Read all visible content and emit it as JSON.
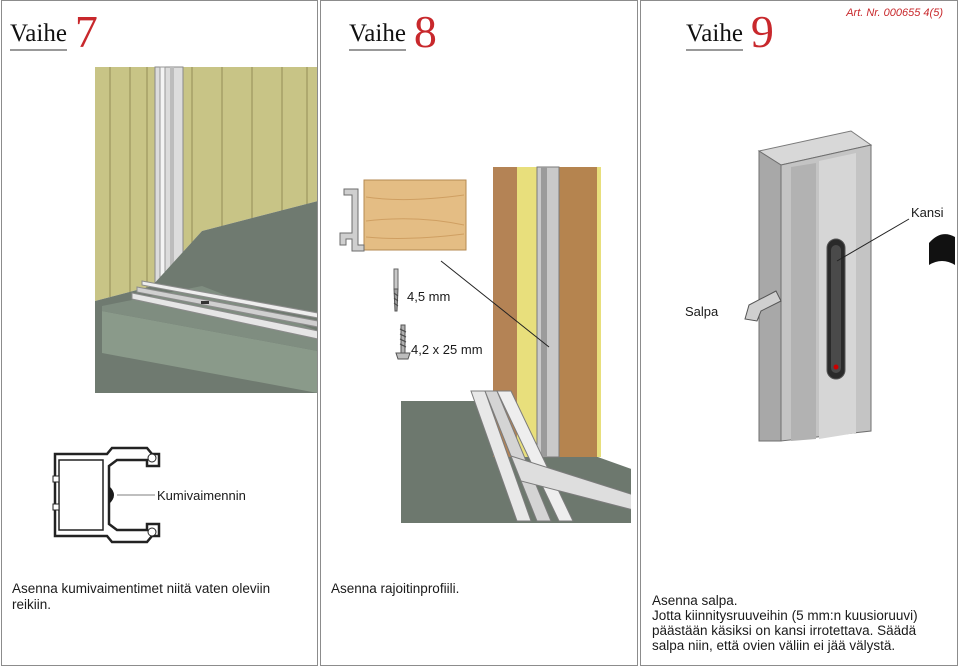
{
  "article_no": "Art. Nr. 000655 4(5)",
  "steps": [
    {
      "word": "Vaihe",
      "number": "7",
      "labels": {
        "profile": "Kumivaimennin"
      },
      "caption": "Asenna kumivaimentimet niitä vaten oleviin reikiin."
    },
    {
      "word": "Vaihe",
      "number": "8",
      "labels": {
        "screw1": "4,5 mm",
        "screw2": "4,2 x 25 mm"
      },
      "caption": "Asenna rajoitinprofiili."
    },
    {
      "word": "Vaihe",
      "number": "9",
      "labels": {
        "cover": "Kansi",
        "latch": "Salpa"
      },
      "caption": "Asenna salpa.\nJotta kiinnitysruuveihin (5 mm:n kuusioruuvi) päästään käsiksi on kansi irrotettava. Säädä salpa niin, että ovien väliin ei jää välystä."
    }
  ]
}
